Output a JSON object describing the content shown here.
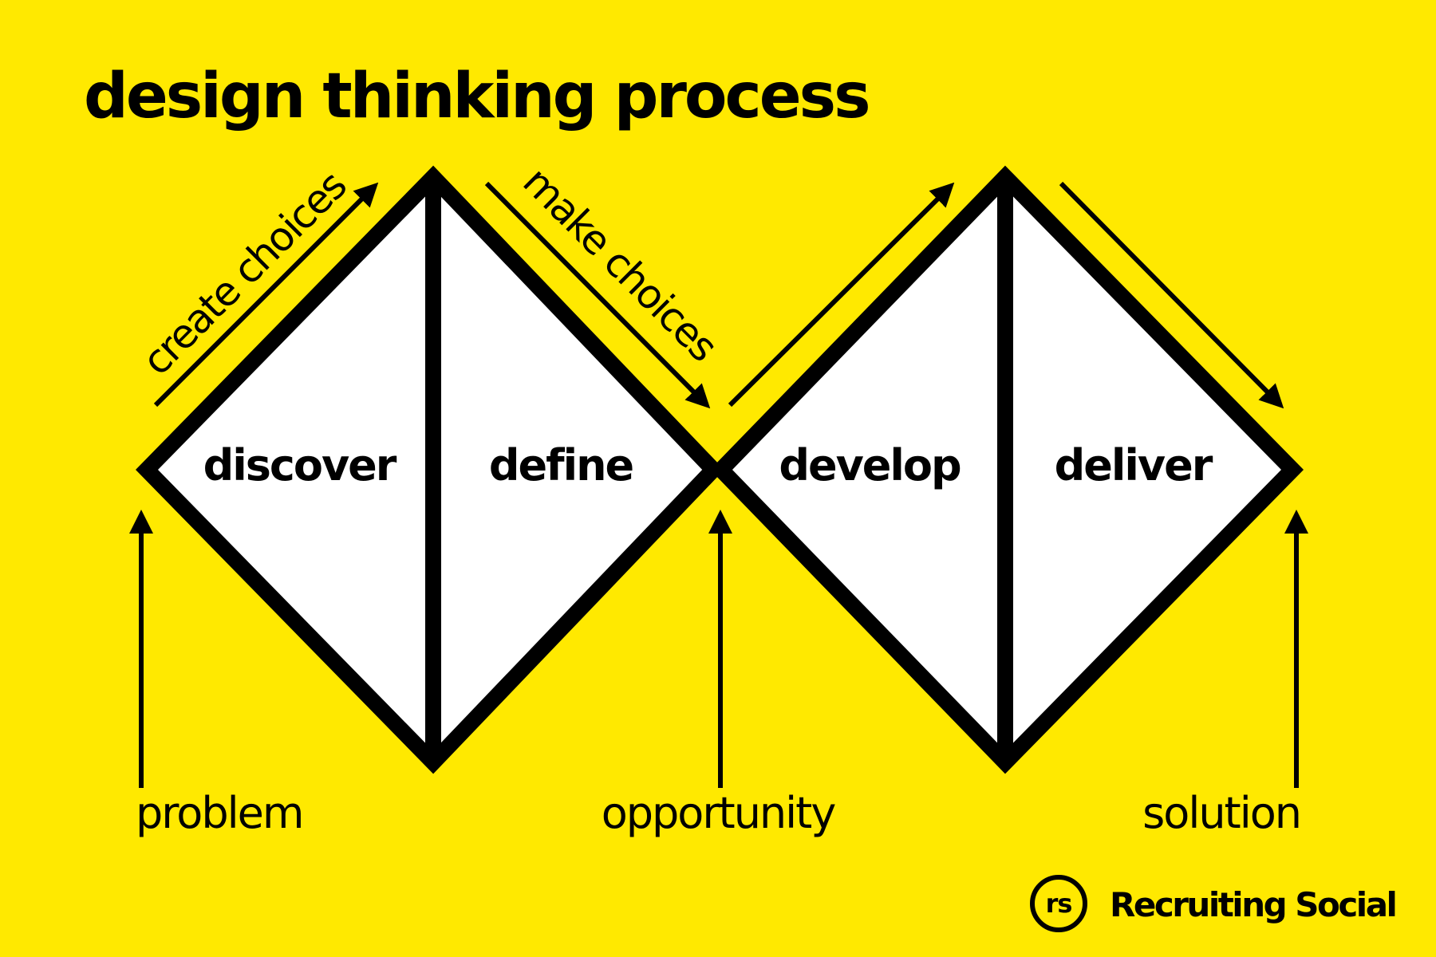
{
  "title": "design thinking process",
  "stages": [
    "discover",
    "define",
    "develop",
    "deliver"
  ],
  "arrows": {
    "create": "create choices",
    "make": "make choices"
  },
  "markers": {
    "problem": "problem",
    "opportunity": "opportunity",
    "solution": "solution"
  },
  "brand": {
    "mark": "rs",
    "name": "Recruiting Social"
  },
  "colors": {
    "background": "#FFE900",
    "ink": "#000000",
    "fill": "#FFFFFF"
  }
}
